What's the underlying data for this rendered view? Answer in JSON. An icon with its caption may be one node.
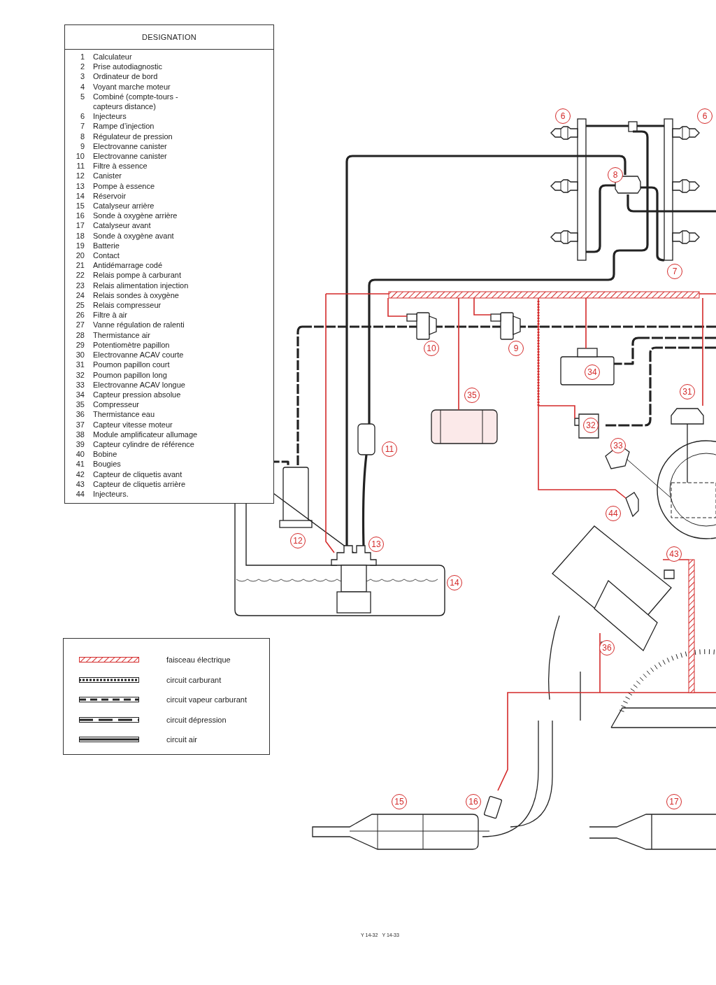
{
  "diagram": {
    "nodes": [
      {
        "text": [
          "6"
        ]
      },
      {
        "text": [
          "6"
        ]
      },
      {
        "text": [
          "8"
        ]
      },
      {
        "text": [
          "7"
        ]
      },
      {
        "text": [
          "10"
        ]
      },
      {
        "text": [
          "9"
        ]
      },
      {
        "text": [
          "34"
        ]
      },
      {
        "text": [
          "35"
        ]
      },
      {
        "text": [
          "31"
        ]
      },
      {
        "text": [
          "32"
        ]
      },
      {
        "text": [
          "33"
        ]
      },
      {
        "text": [
          "11"
        ]
      },
      {
        "text": [
          "44"
        ]
      },
      {
        "text": [
          "12"
        ]
      },
      {
        "text": [
          "13"
        ]
      },
      {
        "text": [
          "43"
        ]
      },
      {
        "text": [
          "14"
        ]
      },
      {
        "text": [
          "36"
        ]
      },
      {
        "text": [
          "15"
        ]
      },
      {
        "text": [
          "16"
        ]
      },
      {
        "text": [
          "17"
        ]
      }
    ],
    "labels": [
      "DESIGNATION",
      "1",
      "Calculateur",
      "2",
      "Prise autodiagnostic",
      "3",
      "Ordinateur de bord",
      "4",
      "Voyant marche moteur",
      "5",
      "Combiné (compte-tours - capteurs distance)",
      "6",
      "Injecteurs",
      "7",
      "Rampe d’injection",
      "8",
      "Régulateur de pression",
      "9",
      "Electrovanne canister",
      "10",
      "Electrovanne canister",
      "11",
      "Filtre à essence",
      "12",
      "Canister",
      "13",
      "Pompe à essence",
      "14",
      "Réservoir",
      "15",
      "Catalyseur arrière",
      "16",
      "Sonde à oxygène arrière",
      "17",
      "Catalyseur avant",
      "18",
      "Sonde à oxygène avant",
      "19",
      "Batterie",
      "20",
      "Contact",
      "21",
      "Antidémarrage codé",
      "22",
      "Relais pompe à carburant",
      "23",
      "Relais alimentation injection",
      "24",
      "Relais sondes à oxygène",
      "25",
      "Relais compresseur",
      "26",
      "Filtre à air",
      "27",
      "Vanne régulation de ralenti",
      "28",
      "Thermistance air",
      "29",
      "Potentiomètre papillon",
      "30",
      "Electrovanne ACAV courte",
      "31",
      "Poumon papillon court",
      "32",
      "Poumon papillon long",
      "33",
      "Electrovanne ACAV longue",
      "34",
      "Capteur pression absolue",
      "35",
      "Compresseur",
      "36",
      "Thermistance eau",
      "37",
      "Capteur vitesse moteur",
      "38",
      "Module amplificateur allumage",
      "39",
      "Capteur cylindre de référence",
      "40",
      "Bobine",
      "41",
      "Bougies",
      "42",
      "Capteur de cliquetis avant",
      "43",
      "Capteur de cliquetis arrière",
      "44",
      "Injecteurs.",
      "Y 14-32",
      "Y 14-33"
    ],
    "legend": [
      {
        "text": "faisceau électrique"
      },
      {
        "text": "circuit carburant"
      },
      {
        "text": "circuit vapeur carburant"
      },
      {
        "text": "circuit dépression"
      },
      {
        "text": "circuit air"
      }
    ]
  }
}
